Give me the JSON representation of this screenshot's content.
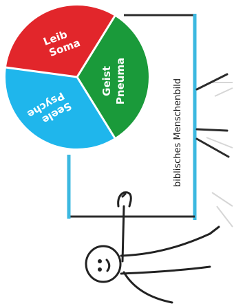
{
  "pie": {
    "segments": [
      {
        "id": "leib",
        "line1": "Leib",
        "line2": "Soma",
        "color": "#e2262b"
      },
      {
        "id": "geist",
        "line1": "Geist",
        "line2": "Pneuma",
        "color": "#1a9a3a"
      },
      {
        "id": "seele",
        "line1": "Seele",
        "line2": "Psyche",
        "color": "#1fb6ec"
      }
    ]
  },
  "board": {
    "caption": "biblisches Menschenbild",
    "frame_color": "#3a3a3a",
    "accent_color": "#3cb8e0"
  },
  "figure": {
    "description_icon": "stick-figure-icon"
  }
}
